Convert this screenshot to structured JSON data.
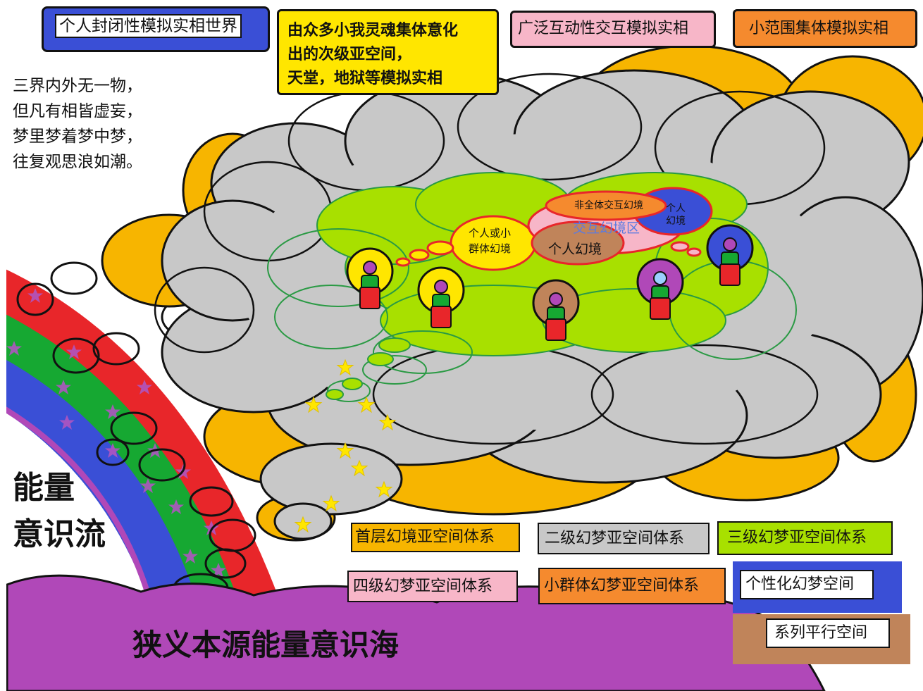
{
  "colors": {
    "blue": "#3a4fd6",
    "yellow": "#ffe600",
    "pink": "#f7b6c8",
    "orange": "#f58a2e",
    "gray": "#c8c8c8",
    "gold": "#f7b500",
    "green": "#a8e000",
    "purple": "#b048b8",
    "red": "#e8262a",
    "rainbow_green": "#16a832",
    "brown": "#c0845a"
  },
  "top_labels": {
    "personal_world": "个人封闭性模拟实相世界",
    "sub_space": [
      "由众多小我灵魂集体意化",
      "出的次级亚空间，",
      "天堂，地狱等模拟实相"
    ],
    "interactive": "广泛互动性交互模拟实相",
    "small_group": "小范围集体模拟实相"
  },
  "poem": [
    "三界内外无一物，",
    "但凡有相皆虚妄，",
    "梦里梦着梦中梦，",
    "往复观思浪如潮。"
  ],
  "energy_stream": [
    "能量",
    "意识流"
  ],
  "sea_label": "狭义本源能量意识海",
  "cloud_labels": {
    "non_total": "非全体交互幻境",
    "interactive_zone": "交互幻境区",
    "personal_small": [
      "个人",
      "幻境"
    ],
    "personal_or_group": [
      "个人或小",
      "群体幻境"
    ],
    "personal": "个人幻境"
  },
  "legend": {
    "first": "首层幻境亚空间体系",
    "second": "二级幻梦亚空间体系",
    "third": "三级幻梦亚空间体系",
    "fourth": "四级幻梦亚空间体系",
    "small_group": "小群体幻梦亚空间体系",
    "personal": "个性化幻梦空间",
    "parallel": "系列平行空间"
  }
}
